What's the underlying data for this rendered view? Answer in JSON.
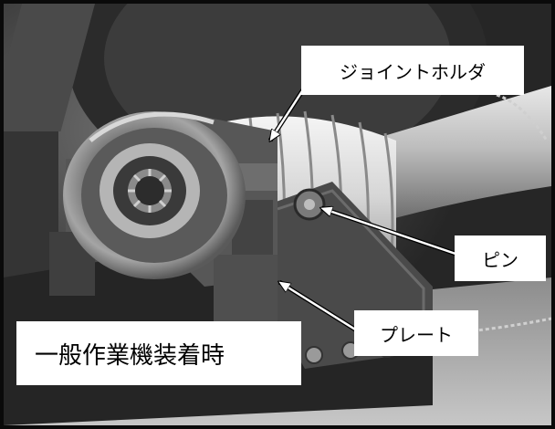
{
  "labels": {
    "joint_holder": "ジョイントホルダ",
    "pin": "ピン",
    "plate": "プレート",
    "mounting_mode": "一般作業機装着時"
  }
}
